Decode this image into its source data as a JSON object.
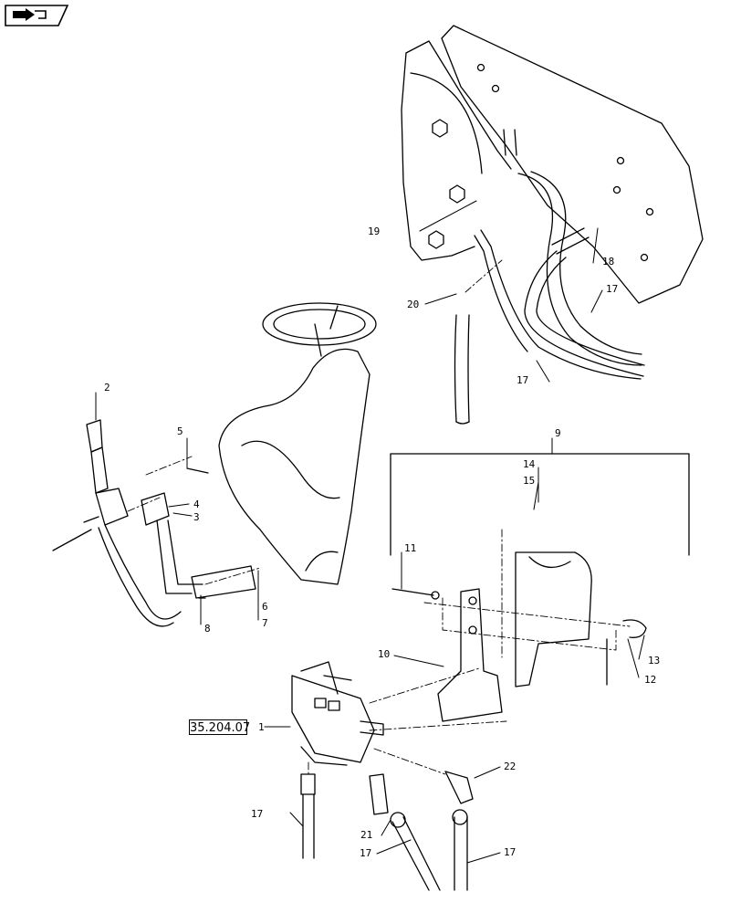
{
  "navigation": {
    "icon": "back-arrow-icon"
  },
  "reference_link": "35.204.07",
  "callouts": {
    "c1": "1",
    "c2": "2",
    "c3": "3",
    "c4": "4",
    "c5": "5",
    "c6": "6",
    "c7": "7",
    "c8": "8",
    "c9": "9",
    "c10": "10",
    "c11": "11",
    "c12": "12",
    "c13": "13",
    "c14": "14",
    "c15": "15",
    "c17a": "17",
    "c17b": "17",
    "c17c": "17",
    "c17d": "17",
    "c17e": "17",
    "c18": "18",
    "c19": "19",
    "c20": "20",
    "c21": "21",
    "c22": "22"
  }
}
